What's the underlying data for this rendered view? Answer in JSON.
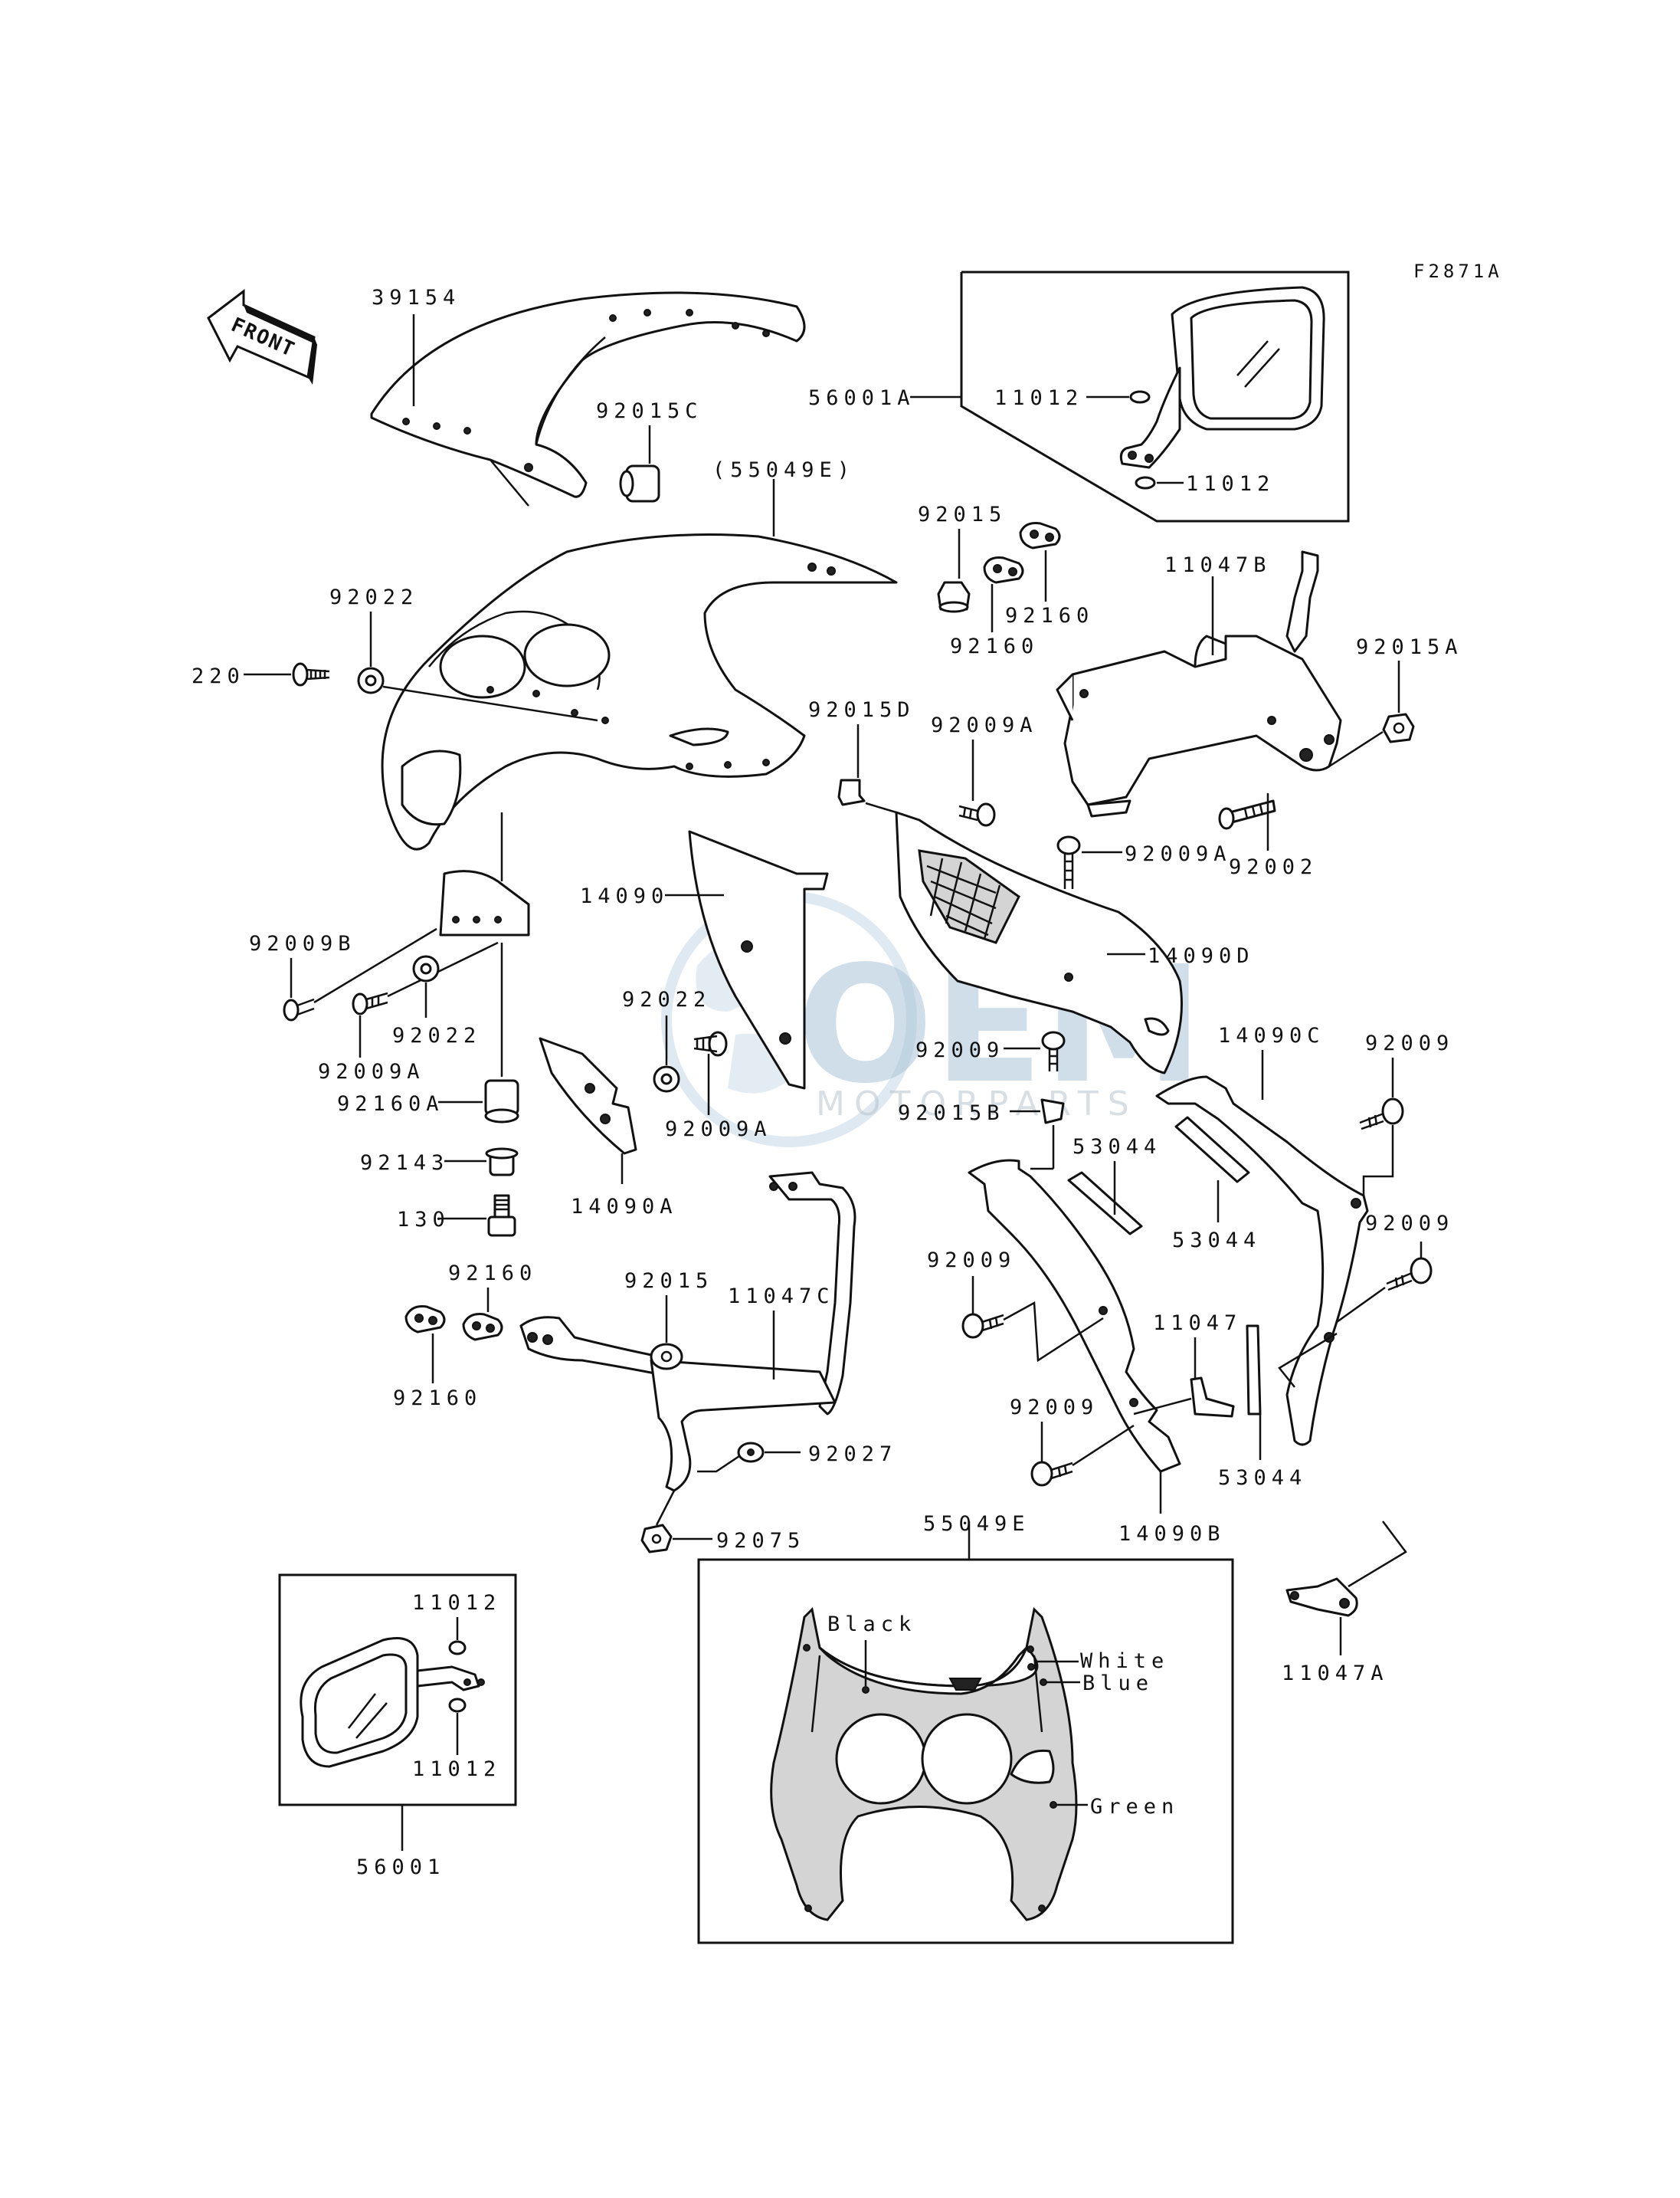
{
  "figure_code": "F2871A",
  "front_arrow_label": "FRONT",
  "watermark": {
    "brand": "OEM",
    "sub": "MOTORPARTS"
  },
  "labels": {
    "p39154": "39154",
    "p92015C": "92015C",
    "p55049E_paren": "(55049E)",
    "p56001A": "56001A",
    "p11012_a": "11012",
    "p11012_b": "11012",
    "p92015_top": "92015",
    "p92160_a": "92160",
    "p92160_b": "92160",
    "p11047B": "11047B",
    "p92015A": "92015A",
    "p92022_top": "92022",
    "p220": "220",
    "p92015D": "92015D",
    "p92009A_top": "92009A",
    "p92009A_mid": "92009A",
    "p92002": "92002",
    "p14090": "14090",
    "p14090D": "14090D",
    "p92009B": "92009B",
    "p92009A_left": "92009A",
    "p92022_left": "92022",
    "p92022_mid": "92022",
    "p92009A_low": "92009A",
    "p92160A": "92160A",
    "p92143": "92143",
    "p130": "130",
    "p14090A": "14090A",
    "p92009_mid": "92009",
    "p92015B": "92015B",
    "p14090C": "14090C",
    "p92009_r1": "92009",
    "p53044_a": "53044",
    "p53044_b": "53044",
    "p92009_r2": "92009",
    "p92160_c": "92160",
    "p92015_low": "92015",
    "p11047C": "11047C",
    "p92160_d": "92160",
    "p92009_low1": "92009",
    "p11047": "11047",
    "p92009_low2": "92009",
    "p53044_c": "53044",
    "p92027": "92027",
    "p92075": "92075",
    "p55049E": "55049E",
    "p14090B": "14090B",
    "p11012_c": "11012",
    "p11012_d": "11012",
    "p56001": "56001",
    "p11047A": "11047A",
    "wire_black": "Black",
    "wire_white": "White",
    "wire_blue": "Blue",
    "wire_green": "Green"
  }
}
